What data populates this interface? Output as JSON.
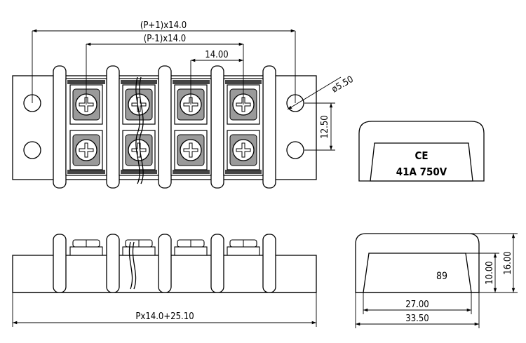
{
  "top_view": {
    "dim_overall_top": "(P+1)x14.0",
    "dim_inner_top": "(P-1)x14.0",
    "dim_pitch": "14.00",
    "dim_hole_dia": "ø5.50",
    "dim_row_spacing": "12.50"
  },
  "front_view": {
    "dim_overall_length": "Px14.0+25.10"
  },
  "end_view_top": {
    "ce_mark": "CE",
    "rating": "41A 750V"
  },
  "end_view_bottom": {
    "label": "89",
    "dim_width_inner": "27.00",
    "dim_width_outer": "33.50",
    "dim_height_inner": "10.00",
    "dim_height_outer": "16.00"
  }
}
